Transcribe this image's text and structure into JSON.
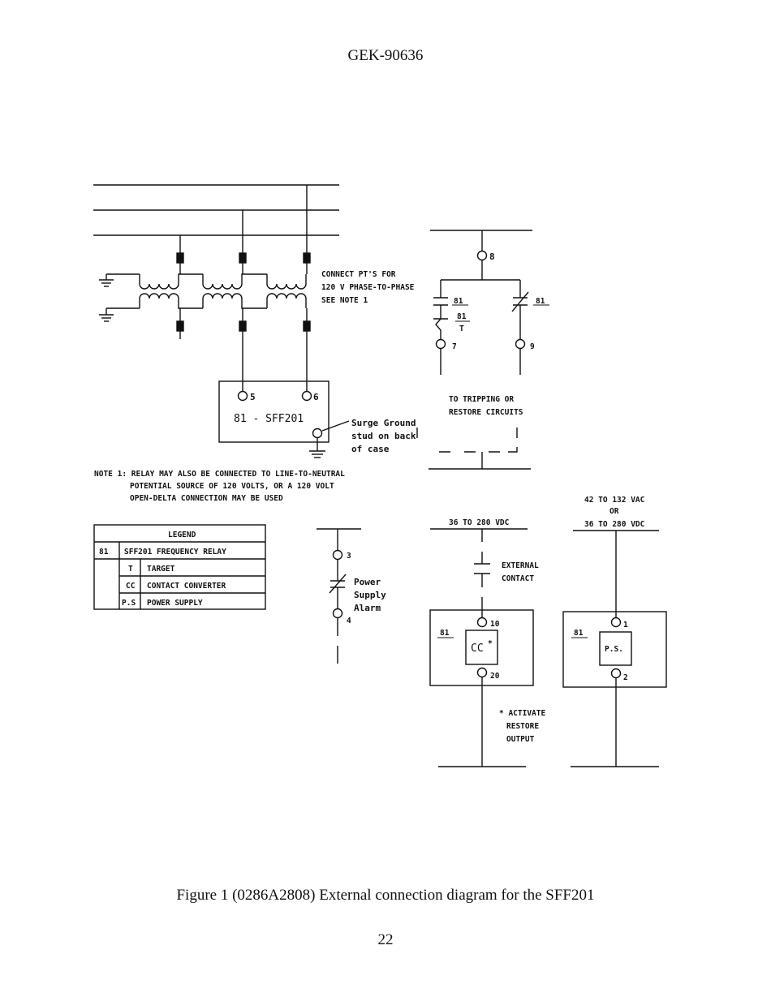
{
  "header": {
    "doc_number": "GEK-90636"
  },
  "diagram": {
    "pt_note": [
      "CONNECT PT'S FOR",
      "120 V PHASE-TO-PHASE",
      "SEE NOTE 1"
    ],
    "relay_label": "81 - SFF201",
    "terminal_5": "5",
    "terminal_6": "6",
    "surge_ground": [
      "Surge Ground",
      "stud on back",
      "of case"
    ],
    "note_1": [
      "NOTE 1:  RELAY MAY ALSO BE CONNECTED TO LINE-TO-NEUTRAL",
      "POTENTIAL SOURCE OF 120 VOLTS, OR A 120 VOLT",
      "OPEN-DELTA CONNECTION MAY BE USED"
    ],
    "trip_terminal_top": "8",
    "trip_contact_a": "81",
    "trip_target_num": "81",
    "trip_target_t": "T",
    "trip_contact_b": "81",
    "trip_terminal_7": "7",
    "trip_terminal_9": "9",
    "trip_label": [
      "TO TRIPPING OR",
      "RESTORE CIRCUITS"
    ],
    "legend": {
      "title": "LEGEND",
      "rows": [
        {
          "code": "81",
          "desc": "SFF201 FREQUENCY RELAY"
        },
        {
          "code": "T",
          "desc": "TARGET"
        },
        {
          "code": "CC",
          "desc": "CONTACT CONVERTER"
        },
        {
          "code": "P.S",
          "desc": "POWER SUPPLY"
        }
      ]
    },
    "alarm_terminal_3": "3",
    "alarm_terminal_4": "4",
    "alarm_label": [
      "Power",
      "Supply",
      "Alarm"
    ],
    "cc_voltage": "36 TO 280 VDC",
    "external_contact": [
      "EXTERNAL",
      "CONTACT"
    ],
    "cc_device": "81",
    "cc_box": "CC",
    "cc_asterisk": "*",
    "cc_terminal_top": "10",
    "cc_terminal_bottom": "20",
    "activate_note": [
      "* ACTIVATE",
      "RESTORE",
      "OUTPUT"
    ],
    "ps_voltage": [
      "42 TO 132 VAC",
      "OR",
      "36 TO 280 VDC"
    ],
    "ps_device": "81",
    "ps_box": "P.S.",
    "ps_terminal_top": "1",
    "ps_terminal_bottom": "2"
  },
  "caption": "Figure 1 (0286A2808) External connection diagram for the SFF201",
  "page_number": "22"
}
